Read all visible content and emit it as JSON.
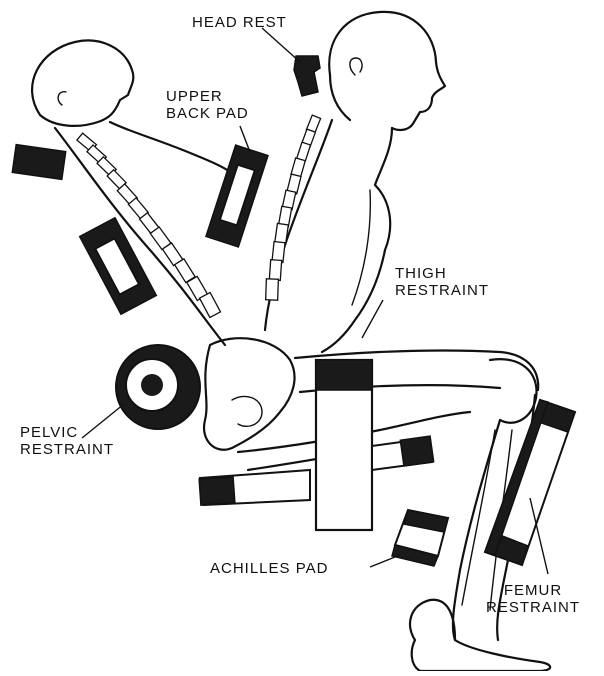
{
  "labels": {
    "head_rest": "HEAD REST",
    "upper_back_pad": [
      "UPPER",
      "BACK PAD"
    ],
    "thigh_restraint": [
      "THIGH",
      "RESTRAINT"
    ],
    "pelvic_restraint": [
      "PELVIC",
      "RESTRAINT"
    ],
    "achilles_pad": "ACHILLES PAD",
    "femur_restraint": [
      "FEMUR",
      "RESTRAINT"
    ]
  }
}
